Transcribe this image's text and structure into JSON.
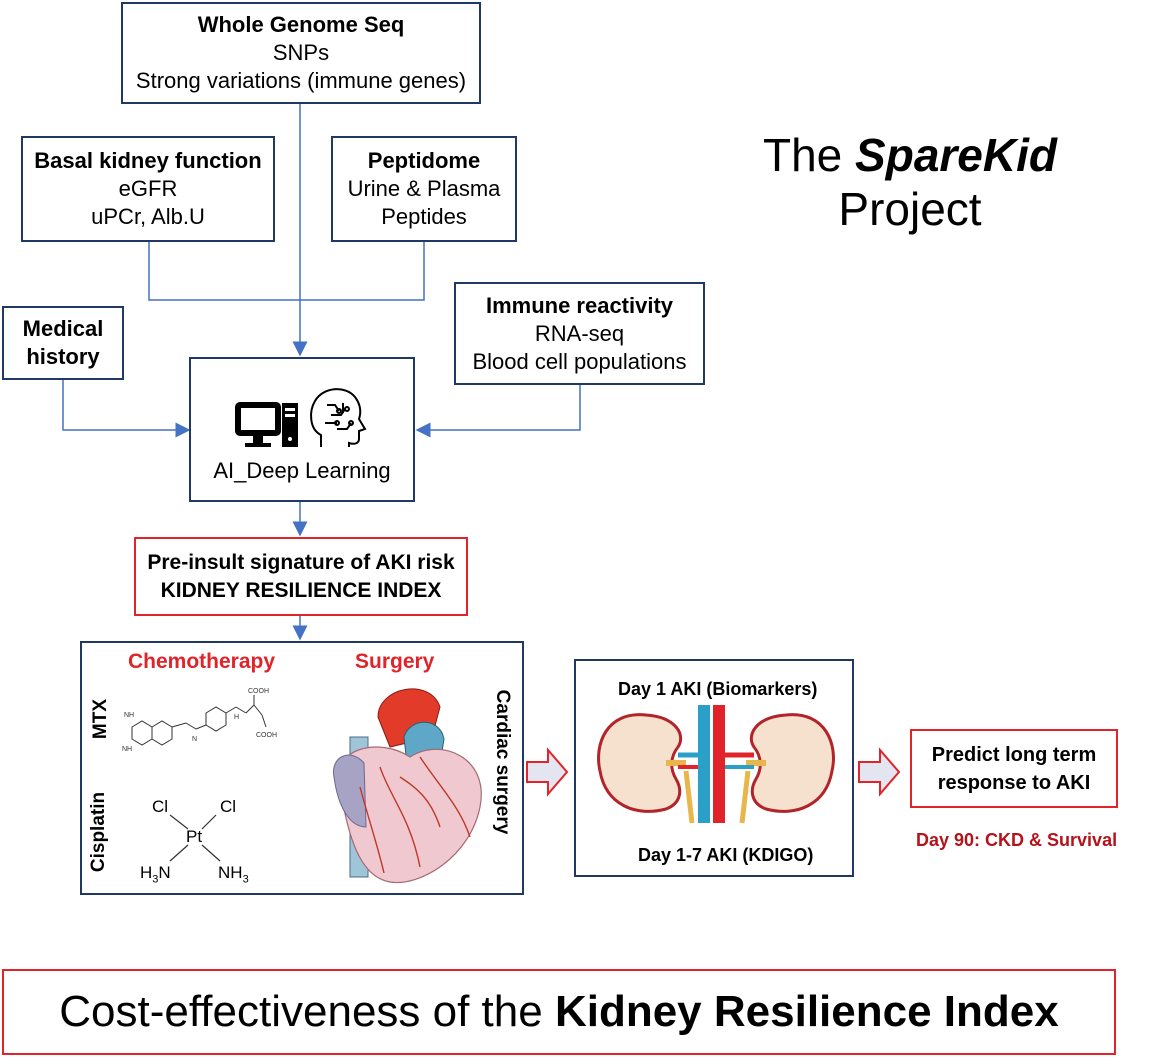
{
  "title": {
    "line1_pre": "The ",
    "line1_em": "SpareKid",
    "line2": "Project"
  },
  "wgs": {
    "title": "Whole Genome Seq",
    "line1": "SNPs",
    "line2": "Strong variations (immune genes)"
  },
  "basal": {
    "title": "Basal kidney function",
    "line1": "eGFR",
    "line2": "uPCr, Alb.U"
  },
  "peptidome": {
    "title": "Peptidome",
    "line1": "Urine & Plasma",
    "line2": "Peptides"
  },
  "medical": {
    "line1": "Medical",
    "line2": "history"
  },
  "immune": {
    "title": "Immune reactivity",
    "line1": "RNA-seq",
    "line2": "Blood cell populations"
  },
  "ai": {
    "label": "AI_Deep Learning"
  },
  "index": {
    "line1": "Pre-insult signature of AKI risk",
    "line2": "KIDNEY RESILIENCE INDEX"
  },
  "insult": {
    "chemo": "Chemotherapy",
    "surgery": "Surgery",
    "mtx": "MTX",
    "cisplatin": "Cisplatin",
    "cardiac": "Cardiac surgery",
    "cis_cl1": "Cl",
    "cis_cl2": "Cl",
    "cis_pt": "Pt",
    "cis_h3n_1": "H",
    "cis_h3n_2": "N",
    "cis_nh3": "NH"
  },
  "aki": {
    "day1": "Day 1 AKI (Biomarkers)",
    "day17": "Day 1-7 AKI (KDIGO)"
  },
  "predict": {
    "line1": "Predict long term",
    "line2": "response to AKI"
  },
  "day90": "Day 90: CKD & Survival",
  "footer": {
    "pre": "Cost-effectiveness of the ",
    "bold": "Kidney Resilience Index"
  },
  "colors": {
    "navy": "#1f3864",
    "red": "#e0242a",
    "arrow": "#4472c4",
    "dark_red": "#b5121b"
  }
}
